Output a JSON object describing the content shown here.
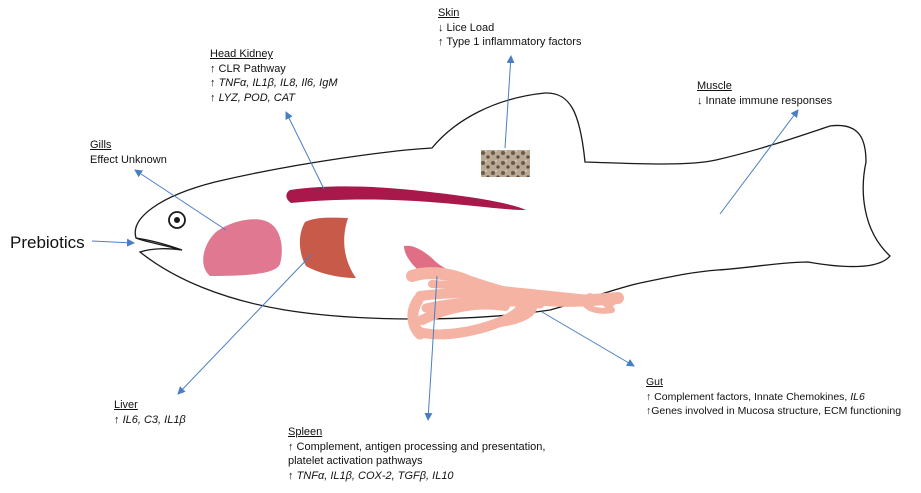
{
  "input_label": "Prebiotics",
  "labels": {
    "skin": {
      "heading": "Skin",
      "line1": "↓ Lice Load",
      "line2": "↑ Type 1 inflammatory factors"
    },
    "head_kidney": {
      "heading": "Head Kidney",
      "line1": "↑ CLR Pathway",
      "line2_arrow": "↑ ",
      "line2_genes": "TNFα, IL1β, IL8, Il6, IgM",
      "line3_arrow": "↑ ",
      "line3_genes": "LYZ, POD, CAT"
    },
    "muscle": {
      "heading": "Muscle",
      "line1": "↓ Innate immune responses"
    },
    "gills": {
      "heading": "Gills",
      "line1": "Effect Unknown"
    },
    "liver": {
      "heading": "Liver",
      "line1_arrow": "↑ ",
      "line1_genes": "IL6, C3, IL1β"
    },
    "spleen": {
      "heading": "Spleen",
      "line1": "↑ Complement, antigen processing and presentation,",
      "line2": "platelet activation pathways",
      "line3_arrow": "↑ ",
      "line3_genes": "TNFα, IL1β, COX-2, TGFβ, IL10"
    },
    "gut": {
      "heading": "Gut",
      "line1_text": "↑ Complement factors, Innate Chemokines, ",
      "line1_gene": "IL6",
      "line2": "↑Genes involved in Mucosa structure, ECM functioning"
    }
  },
  "colors": {
    "outline": "#1a1a1a",
    "arrow": "#4a7ec4",
    "gill": "#e07892",
    "liver": "#c85a4a",
    "kidney": "#a8184a",
    "spleen": "#e06e84",
    "gut": "#f5b3a4",
    "skin_patch": "#8a7a6a"
  }
}
